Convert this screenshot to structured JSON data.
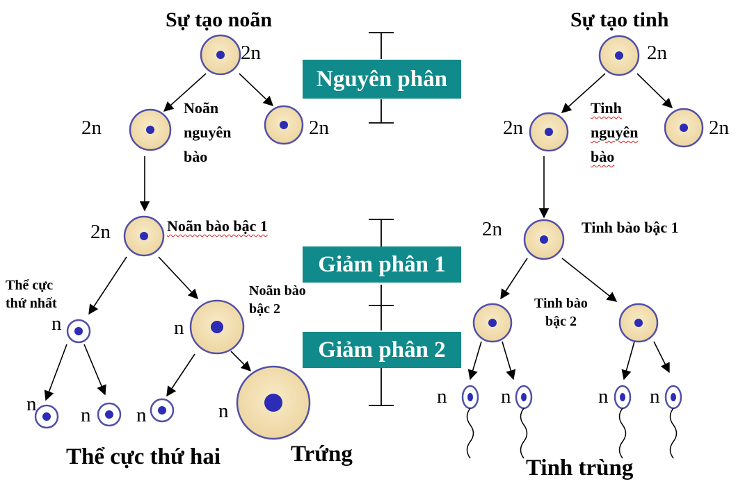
{
  "titles": {
    "oogenesis": "Sự tạo noãn",
    "spermatogenesis": "Sự tạo tinh"
  },
  "phases": {
    "mitosis": "Nguyên phân",
    "meiosis1": "Giảm phân 1",
    "meiosis2": "Giảm phân 2"
  },
  "ploidy": {
    "diploid": "2n",
    "haploid": "n"
  },
  "labels": {
    "oogonium": [
      "Noãn",
      "nguyên",
      "bào"
    ],
    "spermatogonium": [
      "Tinh",
      "nguyên",
      "bào"
    ],
    "primary_oocyte": "Noãn bào bậc 1",
    "primary_spermatocyte": "Tinh bào bậc 1",
    "first_polar_body": [
      "Thể cực",
      "thứ nhất"
    ],
    "secondary_oocyte": [
      "Noãn bào",
      "bậc 2"
    ],
    "secondary_spermatocyte": [
      "Tinh bào",
      "bậc 2"
    ],
    "second_polar_body": "Thể cực thứ hai",
    "egg": "Trứng",
    "sperm": "Tinh trùng"
  },
  "colors": {
    "cytoplasm": "#f3dfb2",
    "nucleus": "#2c2cb4",
    "outline": "#5050a8",
    "phase_bg": "#108a8a",
    "phase_text": "#ffffff",
    "spell_underline": "#d62020"
  }
}
